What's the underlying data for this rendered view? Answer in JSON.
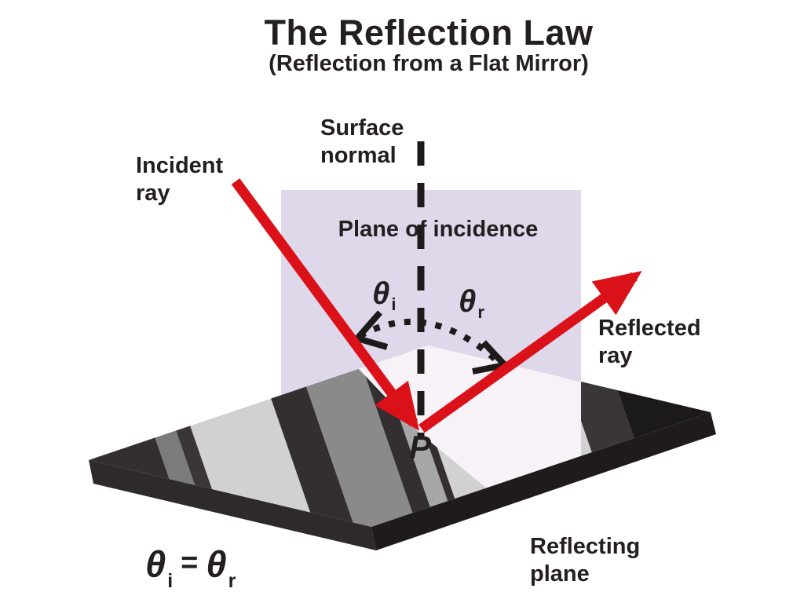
{
  "title": "The Reflection Law",
  "subtitle": "(Reflection from a Flat Mirror)",
  "labels": {
    "surface_normal": [
      "Surface",
      "normal"
    ],
    "incident_ray": [
      "Incident",
      "ray"
    ],
    "plane_of_incidence": "Plane of incidence",
    "reflected_ray": [
      "Reflected",
      "ray"
    ],
    "reflecting_plane": [
      "Reflecting",
      "plane"
    ],
    "point": "P"
  },
  "angles": {
    "incidence": {
      "symbol": "θ",
      "sub": "i"
    },
    "reflection": {
      "symbol": "θ",
      "sub": "r"
    }
  },
  "equation": {
    "lhs": "θ",
    "lhs_sub": "i",
    "operator": "=",
    "rhs": "θ",
    "rhs_sub": "r"
  },
  "colors": {
    "ray": "#da1118",
    "plane_of_incidence": "#ded8ea",
    "plane_floor_strip": "#f6f2f7",
    "normal_line": "#1d1a1b",
    "text": "#231f20",
    "mirror_base": "#d2d1d1",
    "mirror_dark_stripe": "#332f30",
    "mirror_gray_stripe": "#8b8a8a",
    "mirror_black_tip": "#1c191a",
    "mirror_edge": "#2e2a2b"
  }
}
